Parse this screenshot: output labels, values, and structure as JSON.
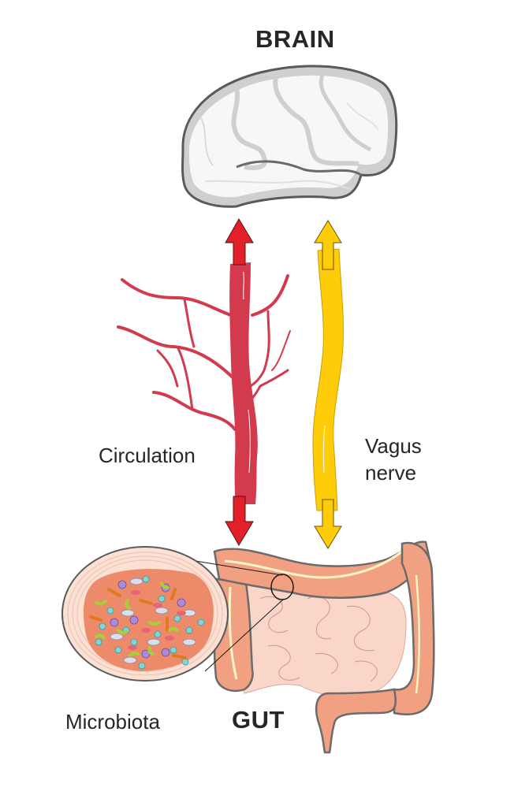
{
  "diagram": {
    "title_top": "BRAIN",
    "title_bottom": "GUT",
    "labels": {
      "circulation": "Circulation",
      "vagus_line1": "Vagus",
      "vagus_line2": "nerve",
      "microbiota": "Microbiota"
    },
    "pathways": [
      {
        "name": "Circulation",
        "direction": "bidirectional",
        "color": "#d33a4e"
      },
      {
        "name": "Vagus nerve",
        "direction": "bidirectional",
        "color": "#ffcc0a"
      }
    ],
    "colors": {
      "brain_fill": "#f7f7f7",
      "brain_shade": "#cfcfcf",
      "brain_outline": "#5a5a5a",
      "vessel": "#d33a4e",
      "arrow_red": "#e2202a",
      "nerve": "#ffcc0a",
      "colon": "#f2a082",
      "small_intestine": "#f9d6c8",
      "lumen": "#ec8a6a",
      "mucosa": "#fbe0d3",
      "text": "#262626"
    }
  }
}
